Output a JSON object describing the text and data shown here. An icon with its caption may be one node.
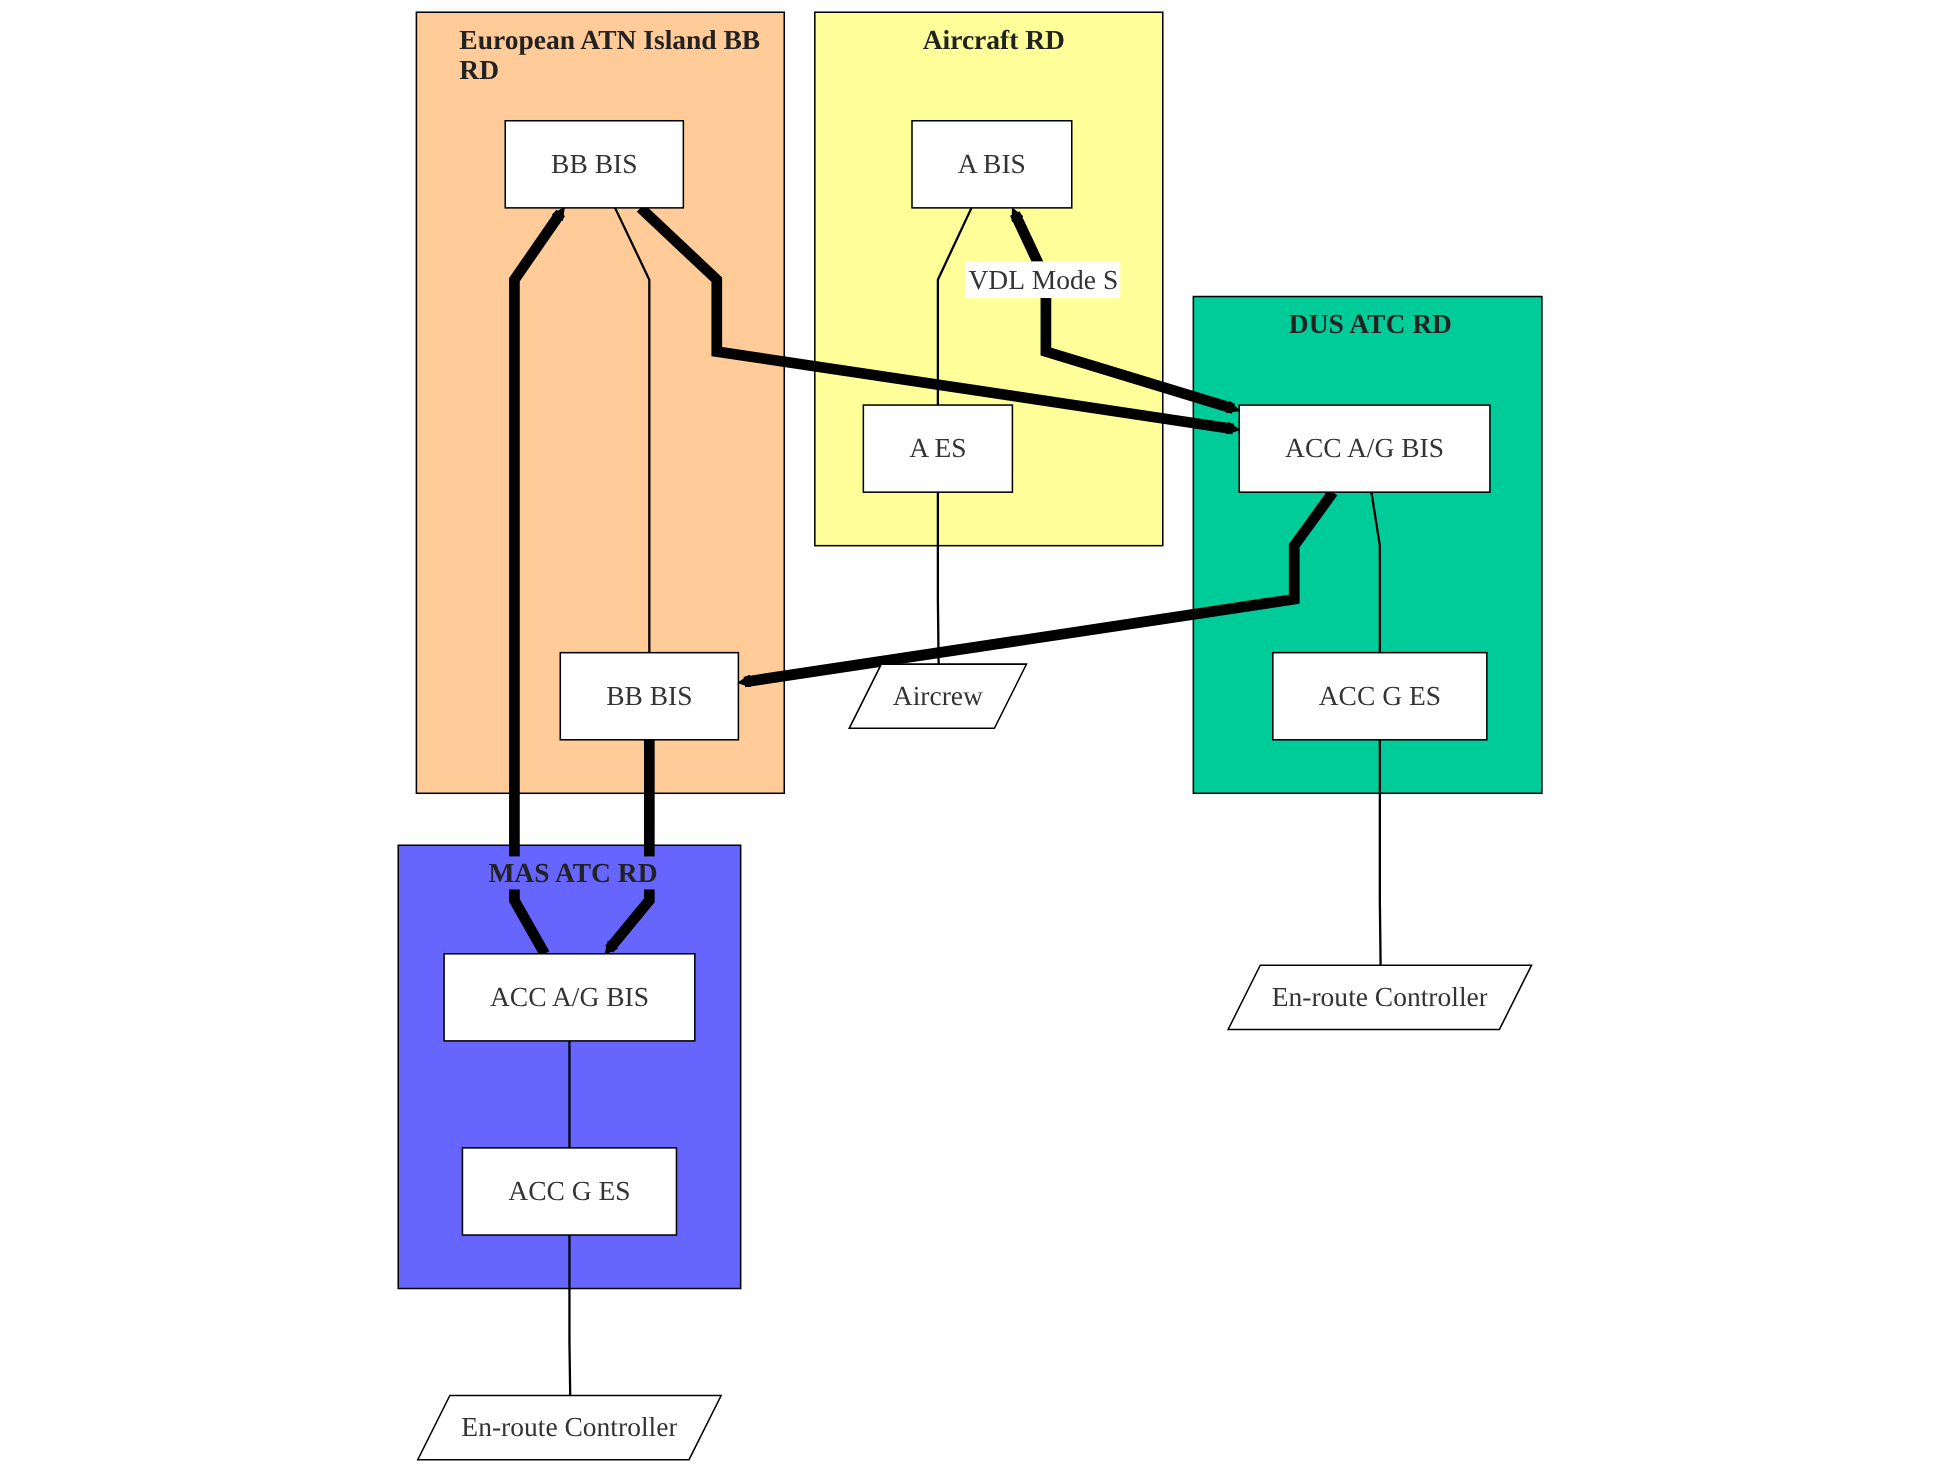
{
  "diagram": {
    "nodes": [
      {
        "text": [
          "European ATN Island BB RD"
        ]
      },
      {
        "text": [
          "BB BIS"
        ],
        "in": 0
      },
      {
        "text": [
          "BB BIS"
        ],
        "in": 0
      },
      {
        "text": [
          "Aircraft RD"
        ]
      },
      {
        "text": [
          "A BIS"
        ],
        "in": 3
      },
      {
        "text": [
          "A ES"
        ],
        "in": 3
      },
      {
        "text": [
          "Aircrew"
        ]
      },
      {
        "text": [
          "MAS ATC RD"
        ]
      },
      {
        "text": [
          "ACC A/G BIS"
        ],
        "in": 7
      },
      {
        "text": [
          "ACC G ES"
        ],
        "in": 7
      },
      {
        "text": [
          "En-route Controller"
        ]
      },
      {
        "text": [
          "DUS ATC RD"
        ]
      },
      {
        "text": [
          "ACC A/G BIS"
        ],
        "in": 11
      },
      {
        "text": [
          "ACC G ES"
        ],
        "in": 11
      },
      {
        "text": [
          "En-route Controller"
        ]
      }
    ],
    "edges": [
      {
        "from": 1,
        "to": 2,
        "arrow": "none"
      },
      {
        "from": 8,
        "to": 1,
        "arrow": "to",
        "style": "thick"
      },
      {
        "from": 2,
        "to": 8,
        "arrow": "to",
        "style": "thick"
      },
      {
        "from": 1,
        "to": 12,
        "arrow": "to",
        "style": "thick"
      },
      {
        "from": 12,
        "to": 2,
        "arrow": "to",
        "style": "thick"
      },
      {
        "from": 4,
        "to": 12,
        "arrow": "both",
        "style": "thick",
        "label": "VDL Mode S"
      },
      {
        "from": 4,
        "to": 5,
        "arrow": "none"
      },
      {
        "from": 5,
        "to": 6,
        "arrow": "none"
      },
      {
        "from": 8,
        "to": 9,
        "arrow": "none"
      },
      {
        "from": 9,
        "to": 10,
        "arrow": "none"
      },
      {
        "from": 12,
        "to": 13,
        "arrow": "none"
      },
      {
        "from": 13,
        "to": 14,
        "arrow": "none"
      }
    ]
  }
}
